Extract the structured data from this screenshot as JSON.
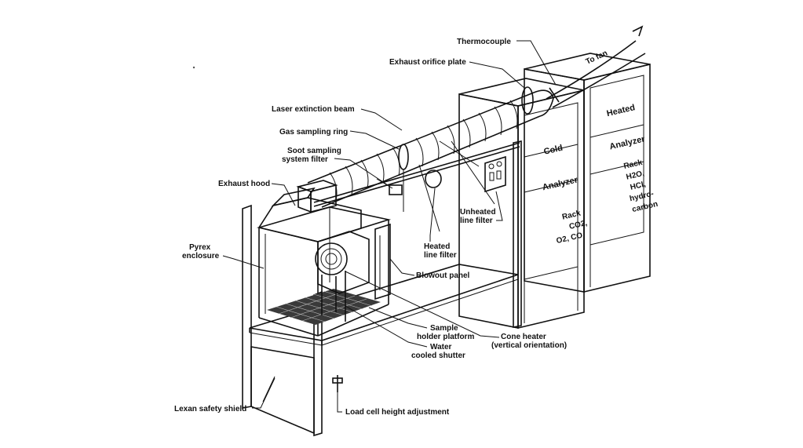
{
  "labels": {
    "thermocouple": "Thermocouple",
    "to_fan": "To fan",
    "exhaust_orifice_plate": "Exhaust orifice plate",
    "laser_extinction_beam": "Laser extinction beam",
    "gas_sampling_ring": "Gas sampling ring",
    "soot_sampling_line1": "Soot sampling",
    "soot_sampling_line2": "system filter",
    "exhaust_hood": "Exhaust hood",
    "pyrex_line1": "Pyrex",
    "pyrex_line2": "enclosure",
    "unheated_line1": "Unheated",
    "unheated_line2": "line filter",
    "heated_filter_line1": "Heated",
    "heated_filter_line2": "line filter",
    "blowout_panel": "Blowout panel",
    "sample_holder_line1": "Sample",
    "sample_holder_line2": "holder platform",
    "water_shutter_line1": "Water",
    "water_shutter_line2": "cooled shutter",
    "cone_heater_line1": "Cone heater",
    "cone_heater_line2": "(vertical orientation)",
    "lexan_shield": "Lexan safety shield",
    "load_cell": "Load cell height adjustment"
  },
  "cold_rack": {
    "line1": "Cold",
    "line2": "Analyzer",
    "line3": "Rack",
    "line4": "CO2,",
    "line5": "O2, CO"
  },
  "heated_rack": {
    "line1": "Heated",
    "line2": "Analyzer",
    "line3": "Rack",
    "line4": "H2O,",
    "line5": "HCl,",
    "line6": "hydro-",
    "line7": "carbon"
  }
}
